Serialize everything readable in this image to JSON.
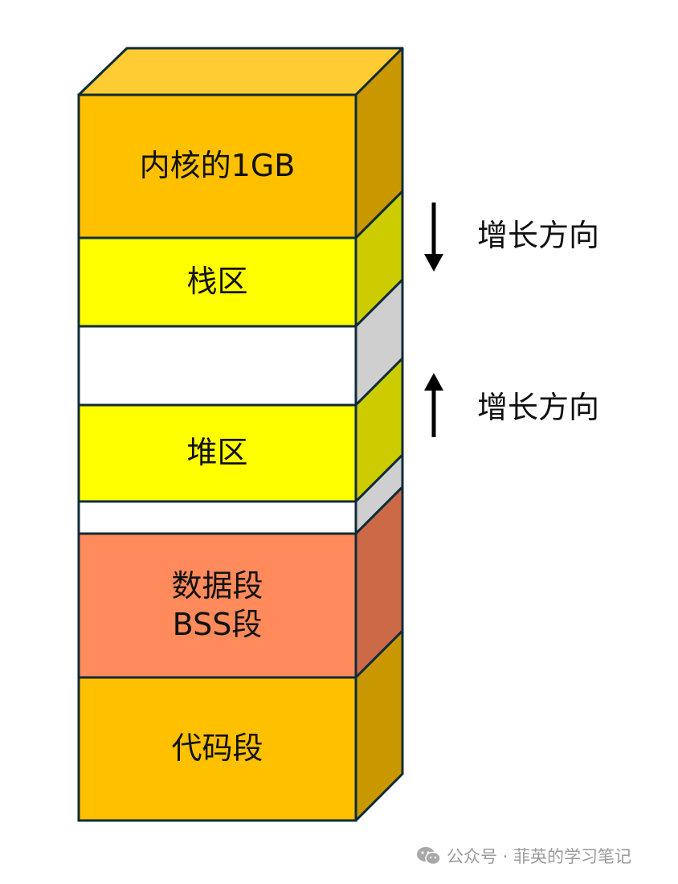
{
  "segments": [
    {
      "id": "kernel",
      "label_lines": [
        "内核的1GB"
      ],
      "front_color": "#FFC000",
      "side_color": "#C99700"
    },
    {
      "id": "stack",
      "label_lines": [
        "栈区"
      ],
      "front_color": "#FFFF00",
      "side_color": "#CCCC00"
    },
    {
      "id": "gap1",
      "label_lines": [],
      "front_color": "#FFFFFF",
      "side_color": "#CFCFCF"
    },
    {
      "id": "heap",
      "label_lines": [
        "堆区"
      ],
      "front_color": "#FFFF00",
      "side_color": "#CCCC00"
    },
    {
      "id": "gap2",
      "label_lines": [],
      "front_color": "#FFFFFF",
      "side_color": "#CFCFCF"
    },
    {
      "id": "data",
      "label_lines": [
        "数据段",
        "BSS段"
      ],
      "front_color": "#FF8A5B",
      "side_color": "#CC6A48"
    },
    {
      "id": "code",
      "label_lines": [
        "代码段"
      ],
      "front_color": "#FFC000",
      "side_color": "#C99700"
    }
  ],
  "top_face_color": "#FFCC33",
  "outline_color": "#0F2B3A",
  "arrows": [
    {
      "direction": "down",
      "label": "增长方向"
    },
    {
      "direction": "up",
      "label": "增长方向"
    }
  ],
  "watermark": {
    "icon": "wechat-icon",
    "text": "公众号 · 菲英的学习笔记"
  }
}
